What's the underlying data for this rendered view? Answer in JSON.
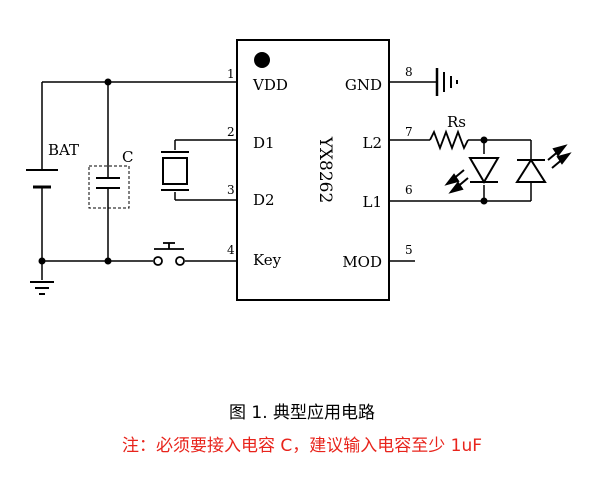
{
  "chip": {
    "name": "YX8262",
    "pins_left": [
      {
        "num": "1",
        "name": "VDD"
      },
      {
        "num": "2",
        "name": "D1"
      },
      {
        "num": "3",
        "name": "D2"
      },
      {
        "num": "4",
        "name": "Key"
      }
    ],
    "pins_right": [
      {
        "num": "8",
        "name": "GND"
      },
      {
        "num": "7",
        "name": "L2"
      },
      {
        "num": "6",
        "name": "L1"
      },
      {
        "num": "5",
        "name": "MOD"
      }
    ]
  },
  "components": {
    "battery": "BAT",
    "capacitor": "C",
    "resistor": "Rs"
  },
  "caption": {
    "title": "图 1. 典型应用电路",
    "note": "注：必须要接入电容 C，建议输入电容至少 1uF"
  }
}
